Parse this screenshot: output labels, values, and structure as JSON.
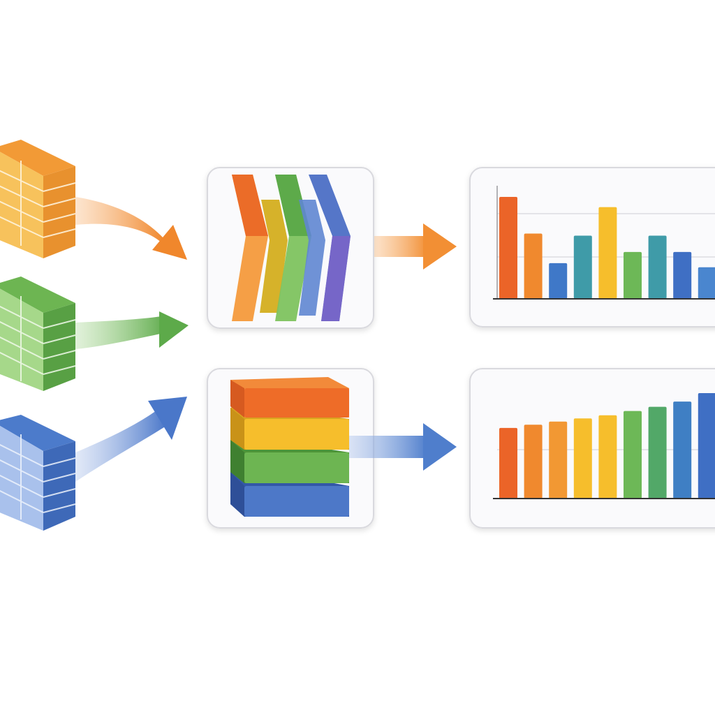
{
  "colors": {
    "orange": "#F07A2C",
    "orange_light": "#F8A65E",
    "yellow": "#F6BE2C",
    "yellow_light": "#F9D46A",
    "green": "#64B04E",
    "green_light": "#8ACB6E",
    "blue": "#3F6FC4",
    "blue_light": "#7FA0DE",
    "teal": "#3F9BA8",
    "purple": "#7C64C8",
    "panel_border": "#D9D9DE",
    "panel_fill": "#FAFAFC",
    "grid": "#D8D8DC",
    "axis": "#333333"
  },
  "sources": [
    {
      "name": "orange-data-stack",
      "color": "orange"
    },
    {
      "name": "green-data-stack",
      "color": "green"
    },
    {
      "name": "blue-data-stack",
      "color": "blue"
    }
  ],
  "processors": [
    {
      "name": "parallel-ribbons-processor",
      "icon": "chevron-ribbons-icon"
    },
    {
      "name": "stacked-layers-processor",
      "icon": "stacked-layers-icon"
    }
  ],
  "chart_data": [
    {
      "type": "bar",
      "categories": [
        "",
        "",
        "",
        "",
        "",
        "",
        "",
        "",
        ""
      ],
      "values": [
        100,
        64,
        35,
        62,
        90,
        46,
        62,
        46,
        31
      ],
      "bar_colors": [
        "#EB6428",
        "#F0892E",
        "#3F78C8",
        "#3F9BA8",
        "#F6BE2C",
        "#6DB857",
        "#3F9BA8",
        "#3F6FC4",
        "#4A86CF"
      ],
      "title": "",
      "xlabel": "",
      "ylabel": "",
      "ylim": [
        0,
        100
      ],
      "grid": true,
      "legend": "none"
    },
    {
      "type": "bar",
      "categories": [
        "",
        "",
        "",
        "",
        "",
        "",
        "",
        "",
        ""
      ],
      "values": [
        67,
        70,
        73,
        76,
        79,
        83,
        87,
        92,
        100
      ],
      "bar_colors": [
        "#EB6428",
        "#F0892E",
        "#F29833",
        "#F6BE2C",
        "#F6BE2C",
        "#6DB857",
        "#52A868",
        "#3F7FC4",
        "#3F6FC4"
      ],
      "title": "",
      "xlabel": "",
      "ylabel": "",
      "ylim": [
        0,
        100
      ],
      "grid": true,
      "legend": "none"
    }
  ]
}
